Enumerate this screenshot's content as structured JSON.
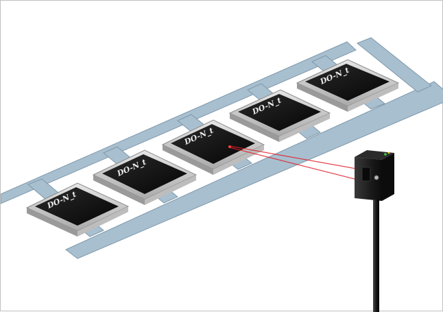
{
  "chips": [
    {
      "label": "DO-N_t"
    },
    {
      "label": "DO-N_t"
    },
    {
      "label": "DO-N_t"
    },
    {
      "label": "DO-N_t"
    },
    {
      "label": "DO-N_t"
    }
  ],
  "colors": {
    "background": "#ffffff",
    "carrier_strip": "#a8bfcf",
    "carrier_edge": "#7e98aa",
    "chip_frame": "#cfcfcf",
    "chip_body": "#141414",
    "laser": "#e0202a",
    "sensor_body": "#1c1c1c",
    "indicator_led": "#3fd24a"
  }
}
